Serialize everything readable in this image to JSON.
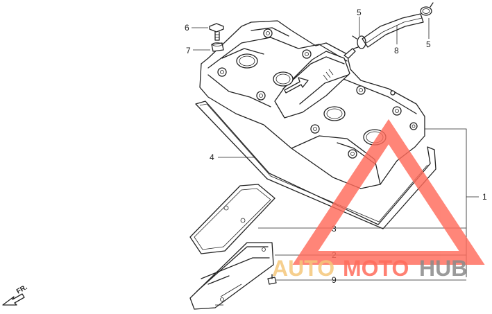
{
  "callouts": {
    "c1": "1",
    "c2": "2",
    "c3": "3",
    "c4": "4",
    "c5a": "5",
    "c5b": "5",
    "c6": "6",
    "c7": "7",
    "c8": "8",
    "c9": "9"
  },
  "front_indicator": "FR.",
  "watermark": {
    "part1": "AUTO",
    "part2": "MOTO",
    "part3": "HUB",
    "color_primary": "#ff6b5b",
    "color_secondary": "#f5c77a",
    "color_tertiary": "#8a8a8a"
  }
}
